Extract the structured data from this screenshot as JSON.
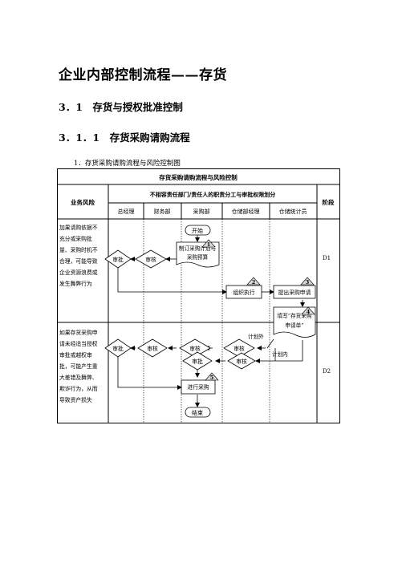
{
  "title": "企业内部控制流程——存货",
  "section": "3．1　存货与授权批准控制",
  "subsection": "3．1．1　存货采购请购流程",
  "caption": "1．存货采购请购流程与风险控制图",
  "table": {
    "title": "存货采购请购流程与风险控制",
    "risk_header": "业务风险",
    "division_header": "不相容责任部门/责任人的职责分工与审批权限划分",
    "stage_header": "阶段",
    "roles": [
      "总经理",
      "财务部",
      "采购部",
      "仓储部经理",
      "仓储统计员"
    ],
    "risks": [
      [
        "加果请购依据不",
        "充分或采购批",
        "量、采购时机不",
        "合理，可能导致",
        "企业资源浪费或",
        "发生舞弊行为"
      ],
      [
        "如果存货采购申",
        "请未经适当授权",
        "审批或越权审",
        "批，可能产生重",
        "大差错及舞弊、",
        "欺诈行为，从而",
        "导致资产损失"
      ]
    ],
    "stages": [
      "D1",
      "D2"
    ]
  },
  "flow": {
    "start": "开始",
    "plan_l1": "制订采购计划与",
    "plan_l2": "采购预算",
    "approve": "审批",
    "review": "审核",
    "organize": "组织执行",
    "request": "提出采购申请",
    "fill_l1": "填写“存货采购",
    "fill_l2": "申请单”",
    "out_plan": "计划外",
    "in_plan": "计划内",
    "purchase": "进行采购",
    "end": "结束",
    "steps": [
      "1",
      "2",
      "3",
      "4",
      "5"
    ]
  }
}
